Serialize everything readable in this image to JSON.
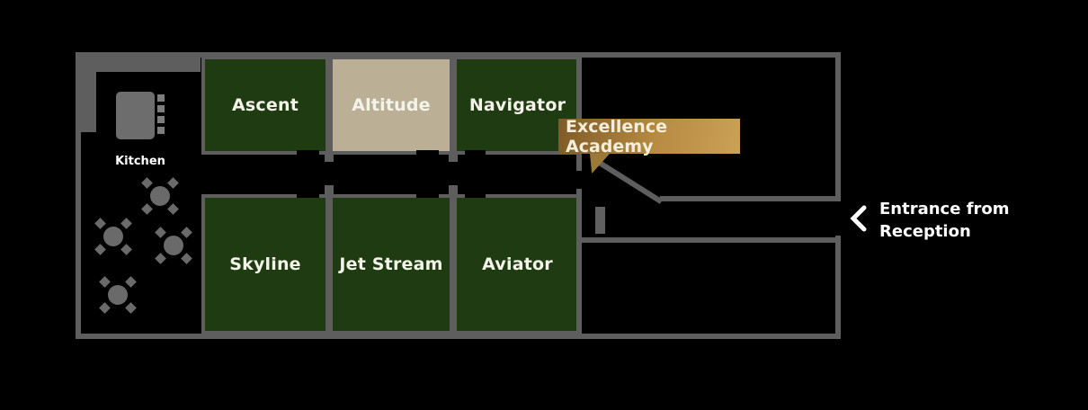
{
  "floorplan": {
    "rooms": [
      {
        "id": "ascent",
        "label": "Ascent",
        "color": "#1f3b12"
      },
      {
        "id": "altitude",
        "label": "Altitude",
        "color": "#bbb096"
      },
      {
        "id": "navigator",
        "label": "Navigator",
        "color": "#1f3b12"
      },
      {
        "id": "skyline",
        "label": "Skyline",
        "color": "#1f3b12"
      },
      {
        "id": "jetstream",
        "label": "Jet Stream",
        "color": "#1f3b12"
      },
      {
        "id": "aviator",
        "label": "Aviator",
        "color": "#1f3b12"
      }
    ],
    "kitchen": {
      "label": "Kitchen",
      "table_count": 4
    },
    "callout": {
      "label": "Excellence Academy"
    },
    "entrance": {
      "line1": "Entrance from",
      "line2": "Reception"
    }
  },
  "colors": {
    "background": "#000000",
    "wall": "#5e5e5e",
    "room_green": "#1f3b12",
    "room_tan": "#bbb096",
    "callout_gold_dark": "#7e5a27",
    "callout_gold_light": "#cba057",
    "text": "#ffffff"
  },
  "icons": {
    "entrance_chevron": "chevron-left"
  }
}
